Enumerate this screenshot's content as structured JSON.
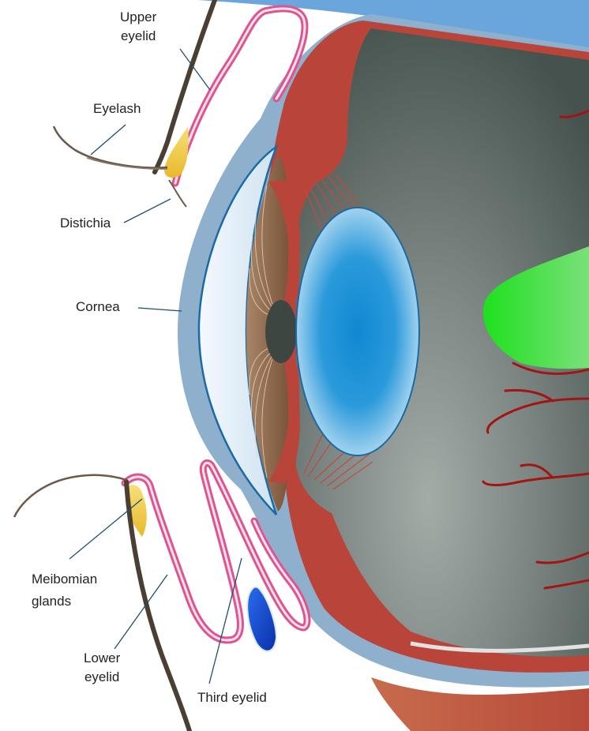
{
  "labels": {
    "upper_eyelid": [
      "Upper",
      "eyelid"
    ],
    "eyelash": "Eyelash",
    "distichia": "Distichia",
    "cornea": "Cornea",
    "meibomian_glands": [
      "Meibomian",
      "glands"
    ],
    "lower_eyelid": [
      "Lower",
      "eyelid"
    ],
    "third_eyelid": "Third eyelid"
  },
  "colors": {
    "background": "#ffffff",
    "sky_arc": "#6aa6dc",
    "sclera_outer": "#8fb0cc",
    "vitreous_dark": "#4a5752",
    "vitreous_light": "#9aa4a0",
    "muscle_red": "#b9453a",
    "iris_brown": "#8a6448",
    "lens_blue": "#1e8fd6",
    "cornea_fill": "#e4eef7",
    "eyelid_pink": "#e0538e",
    "hair_dark": "#4b3e33",
    "gland_yellow": "#f2d23c",
    "third_eyelid_blue": "#1d58d8",
    "optic_green": "#2bd12b",
    "vessel_red": "#a31515",
    "leader_line": "#1f4e6e"
  }
}
